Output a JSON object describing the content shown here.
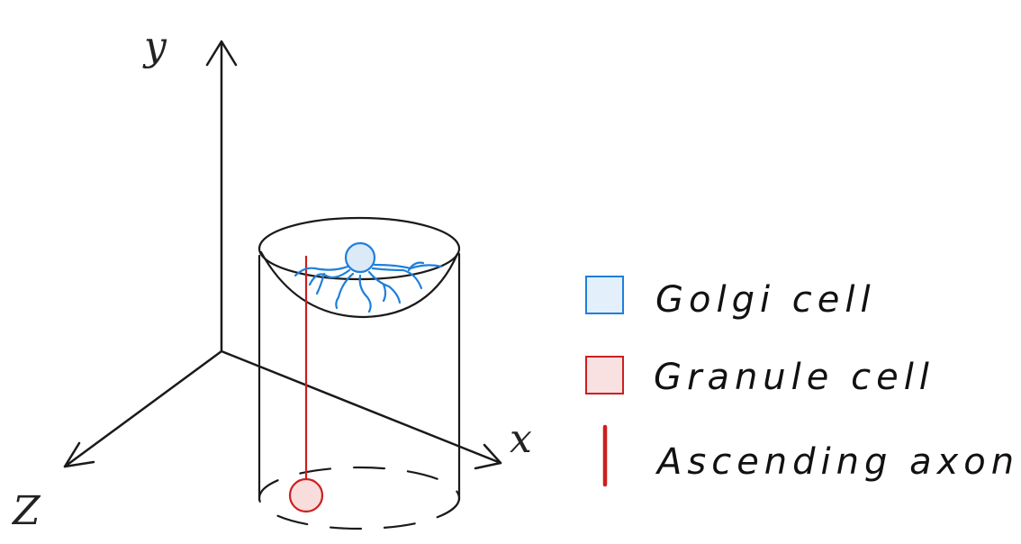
{
  "axes": {
    "x_label": "x",
    "y_label": "y",
    "z_label": "Z"
  },
  "legend": {
    "items": [
      {
        "label": "Golgi cell",
        "shape": "square",
        "fill": "#e3effb",
        "stroke": "#1e7fdc"
      },
      {
        "label": "Granule cell",
        "shape": "square",
        "fill": "#f9e1e1",
        "stroke": "#cc1f1f"
      },
      {
        "label": "Ascending axon",
        "shape": "line",
        "stroke": "#cc1f1f"
      }
    ]
  },
  "colors": {
    "ink": "#1a1a1a",
    "golgi_stroke": "#1e7fdc",
    "golgi_fill": "#dce9f7",
    "granule_stroke": "#cc1f1f",
    "granule_fill": "#f9dcdc",
    "axon": "#cc1f1f"
  }
}
